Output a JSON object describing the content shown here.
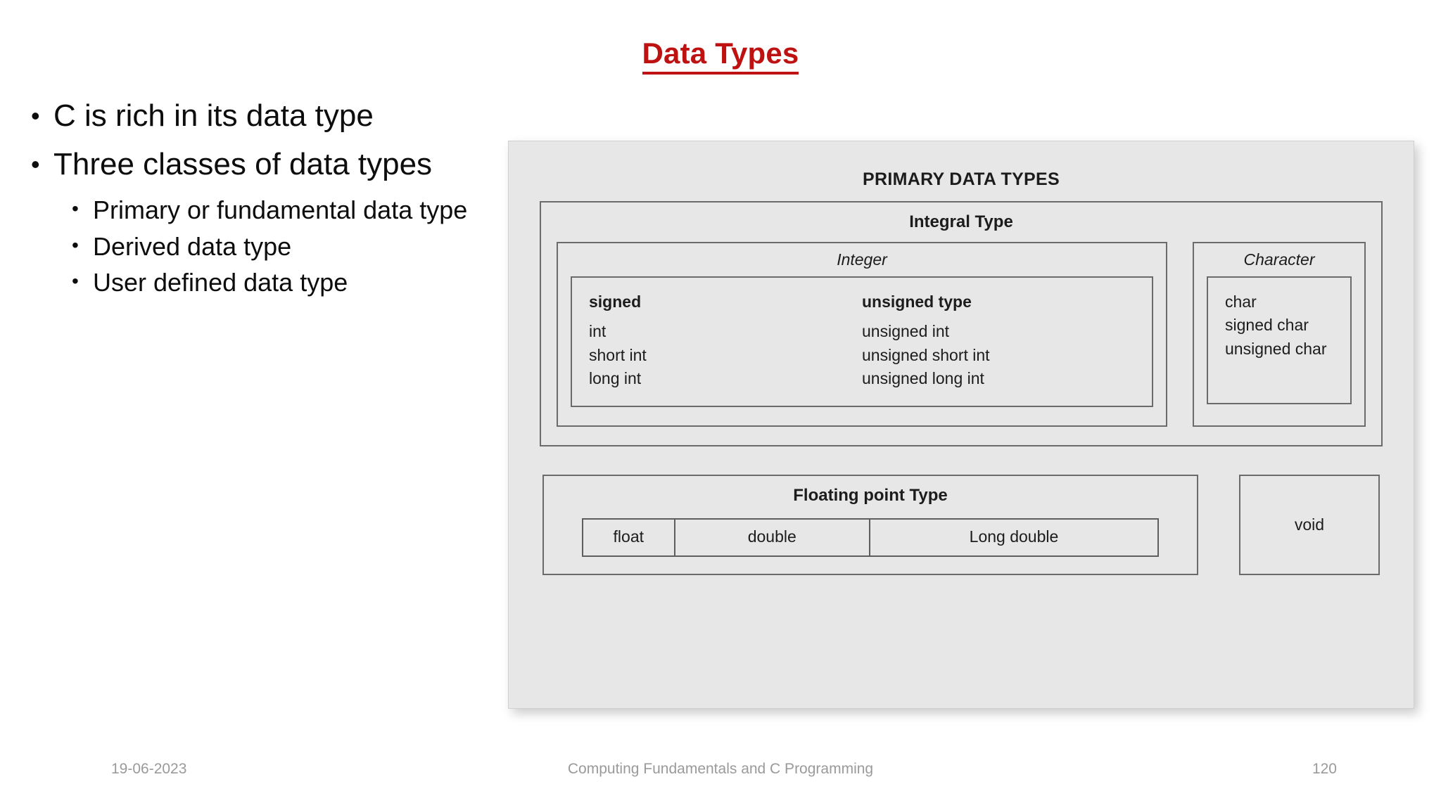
{
  "slide": {
    "title": "Data Types",
    "title_color": "#be1111",
    "bullets": [
      {
        "level": 1,
        "text": "C is rich in its data type"
      },
      {
        "level": 1,
        "text": "Three classes of data types"
      },
      {
        "level": 2,
        "text": "Primary or fundamental data type"
      },
      {
        "level": 2,
        "text": "Derived data type"
      },
      {
        "level": 2,
        "text": "User defined data type"
      }
    ],
    "bullet_glyph": "•"
  },
  "diagram": {
    "heading": "PRIMARY DATA TYPES",
    "background_color": "#e6e7e6",
    "border_color": "#6a6c6a",
    "integral": {
      "title": "Integral Type",
      "integer": {
        "label": "Integer",
        "columns": [
          {
            "head": "signed",
            "items": [
              "int",
              "short int",
              "long int"
            ]
          },
          {
            "head": "unsigned type",
            "items": [
              "unsigned int",
              "unsigned short int",
              "unsigned long int"
            ]
          }
        ]
      },
      "character": {
        "label": "Character",
        "items": [
          "char",
          "signed char",
          "unsigned char"
        ]
      }
    },
    "floating": {
      "title": "Floating point Type",
      "cells": [
        "float",
        "double",
        "Long double"
      ]
    },
    "void": {
      "label": "void"
    }
  },
  "footer": {
    "date": "19-06-2023",
    "course": "Computing Fundamentals and C Programming",
    "page": "120"
  }
}
